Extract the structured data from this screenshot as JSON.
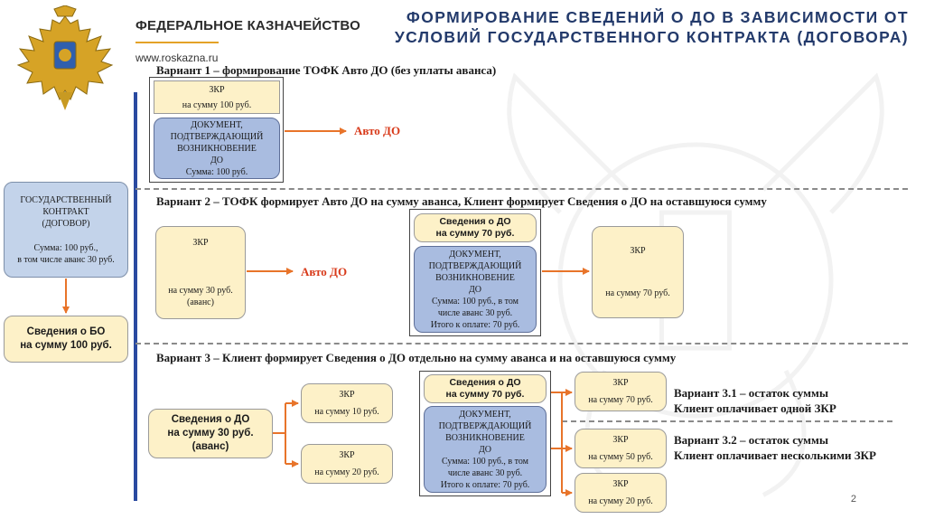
{
  "header": {
    "org_name": "ФЕДЕРАЛЬНОЕ КАЗНАЧЕЙСТВО",
    "url": "www.roskazna.ru",
    "title_line1": "ФОРМИРОВАНИЕ СВЕДЕНИЙ О ДО В ЗАВИСИМОСТИ ОТ",
    "title_line2": "УСЛОВИЙ ГОСУДАРСТВЕННОГО КОНТРАКТА (ДОГОВОРА)"
  },
  "left": {
    "contract_line1": "ГОСУДАРСТВЕННЫЙ",
    "contract_line2": "КОНТРАКТ",
    "contract_line3": "(ДОГОВОР)",
    "contract_sum1": "Сумма: 100 руб.,",
    "contract_sum2": "в том числе аванс 30 руб.",
    "bo_line1": "Сведения о БО",
    "bo_line2": "на сумму 100 руб."
  },
  "variant1": {
    "heading": "Вариант 1 – формирование ТОФК  Авто ДО (без уплаты аванса)",
    "zkr_title": "ЗКР",
    "zkr_sum": "на сумму 100 руб.",
    "doc_l1": "ДОКУМЕНТ,",
    "doc_l2": "ПОДТВЕРЖДАЮЩИЙ",
    "doc_l3": "ВОЗНИКНОВЕНИЕ",
    "doc_l4": "ДО",
    "doc_sum": "Сумма: 100 руб.",
    "auto_do": "Авто ДО"
  },
  "variant2": {
    "heading": "Вариант 2 – ТОФК формирует Авто ДО на сумму аванса, Клиент формирует Сведения о ДО на оставшуюся сумму",
    "zkr_left_title": "ЗКР",
    "zkr_left_sum": "на сумму 30 руб.",
    "zkr_left_note": "(аванс)",
    "auto_do": "Авто ДО",
    "svedeniya_l1": "Сведения о ДО",
    "svedeniya_l2": "на сумму 70 руб.",
    "doc_l1": "ДОКУМЕНТ,",
    "doc_l2": "ПОДТВЕРЖДАЮЩИЙ",
    "doc_l3": "ВОЗНИКНОВЕНИЕ",
    "doc_l4": "ДО",
    "doc_sum1": "Сумма: 100 руб., в том",
    "doc_sum2": "числе аванс 30 руб.",
    "doc_sum3": "Итого к оплате: 70 руб.",
    "zkr_right_title": "ЗКР",
    "zkr_right_sum": "на сумму 70 руб."
  },
  "variant3": {
    "heading": "Вариант 3 – Клиент формирует Сведения о ДО отдельно на сумму аванса и на оставшуюся сумму",
    "svedeniya_left_l1": "Сведения о ДО",
    "svedeniya_left_l2": "на сумму 30 руб.",
    "svedeniya_left_l3": "(аванс)",
    "zkr_a_title": "ЗКР",
    "zkr_a_sum": "на сумму 10 руб.",
    "zkr_b_title": "ЗКР",
    "zkr_b_sum": "на сумму 20 руб.",
    "svedeniya_mid_l1": "Сведения о ДО",
    "svedeniya_mid_l2": "на сумму 70 руб.",
    "doc_l1": "ДОКУМЕНТ,",
    "doc_l2": "ПОДТВЕРЖДАЮЩИЙ",
    "doc_l3": "ВОЗНИКНОВЕНИЕ",
    "doc_l4": "ДО",
    "doc_sum1": "Сумма: 100 руб., в том",
    "doc_sum2": "числе аванс 30 руб.",
    "doc_sum3": "Итого к оплате: 70 руб.",
    "zkr_c_title": "ЗКР",
    "zkr_c_sum": "на сумму 70 руб.",
    "zkr_d_title": "ЗКР",
    "zkr_d_sum": "на сумму 50 руб.",
    "zkr_e_title": "ЗКР",
    "zkr_e_sum": "на сумму 20 руб.",
    "note31_l1": "Вариант 3.1 – остаток суммы",
    "note31_l2": "Клиент  оплачивает одной ЗКР",
    "note32_l1": "Вариант 3.2 – остаток суммы",
    "note32_l2": "Клиент оплачивает несколькими ЗКР"
  },
  "footer": {
    "page_number": "2"
  },
  "colors": {
    "title": "#233a6b",
    "accent_orange": "#e8742a",
    "auto_do_red": "#d83a1a",
    "bar_blue": "#2a4aa0",
    "yellow_fill": "#fdf1c8",
    "blue_fill": "#c3d3ea"
  }
}
